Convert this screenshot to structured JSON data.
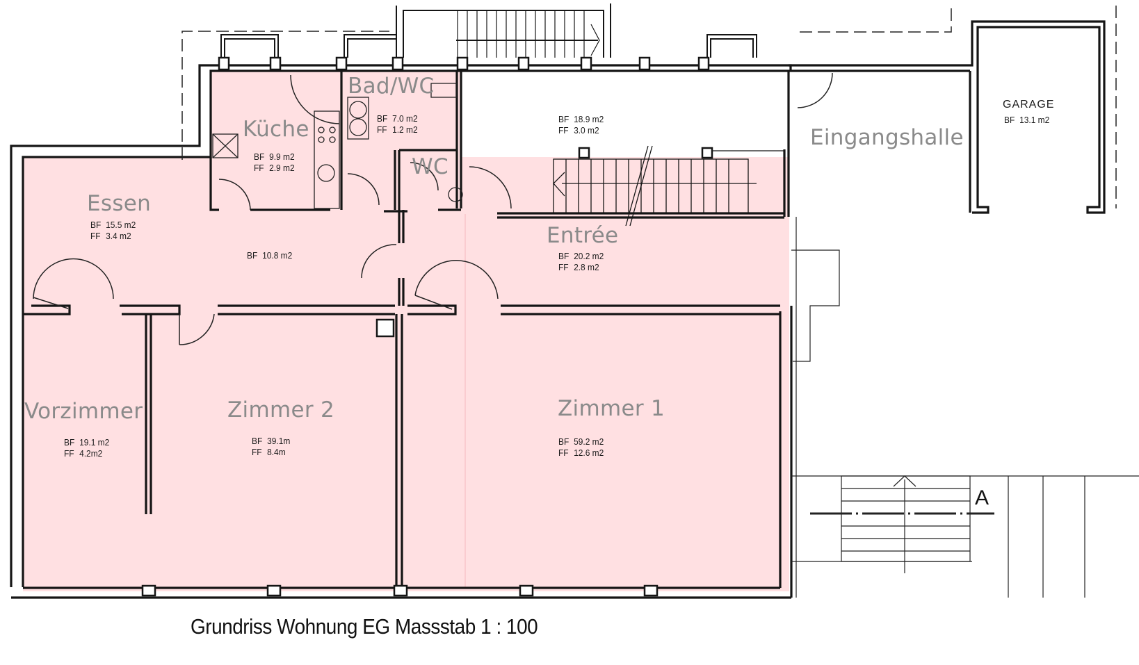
{
  "plan": {
    "title": "Grundriss Wohnung EG Massstab 1 : 100",
    "scale": "1 : 100",
    "section_marker": "A",
    "colors": {
      "apartment_fill": "#FFE0E2",
      "wall": "#151515",
      "label": "#8a8a8a",
      "background": "#ffffff"
    },
    "rooms": [
      {
        "id": "kueche",
        "name": "Küche",
        "bf": "9.9 m2",
        "ff": "2.9 m2"
      },
      {
        "id": "bad-wc",
        "name": "Bad/WC",
        "bf": "7.0 m2",
        "ff": "1.2 m2"
      },
      {
        "id": "wc",
        "name": "WC"
      },
      {
        "id": "treppenhaus",
        "name": "",
        "bf": "18.9 m2",
        "ff": "3.0 m2"
      },
      {
        "id": "eingangshalle",
        "name": "Eingangshalle"
      },
      {
        "id": "garage",
        "name": "GARAGE",
        "bf": "13.1 m2"
      },
      {
        "id": "essen",
        "name": "Essen",
        "bf": "15.5 m2",
        "ff": "3.4 m2"
      },
      {
        "id": "korridor",
        "name": "",
        "bf": "10.8 m2"
      },
      {
        "id": "entree",
        "name": "Entrée",
        "bf": "20.2 m2",
        "ff": "2.8 m2"
      },
      {
        "id": "vorzimmer",
        "name": "Vorzimmer",
        "bf": "19.1 m2",
        "ff": "4.2m2"
      },
      {
        "id": "zimmer-2",
        "name": "Zimmer 2",
        "bf": "39.1m",
        "ff": "8.4m"
      },
      {
        "id": "zimmer-1",
        "name": "Zimmer 1",
        "bf": "59.2 m2",
        "ff": "12.6 m2"
      }
    ],
    "area_prefix": {
      "bf": "BF",
      "ff": "FF"
    }
  }
}
